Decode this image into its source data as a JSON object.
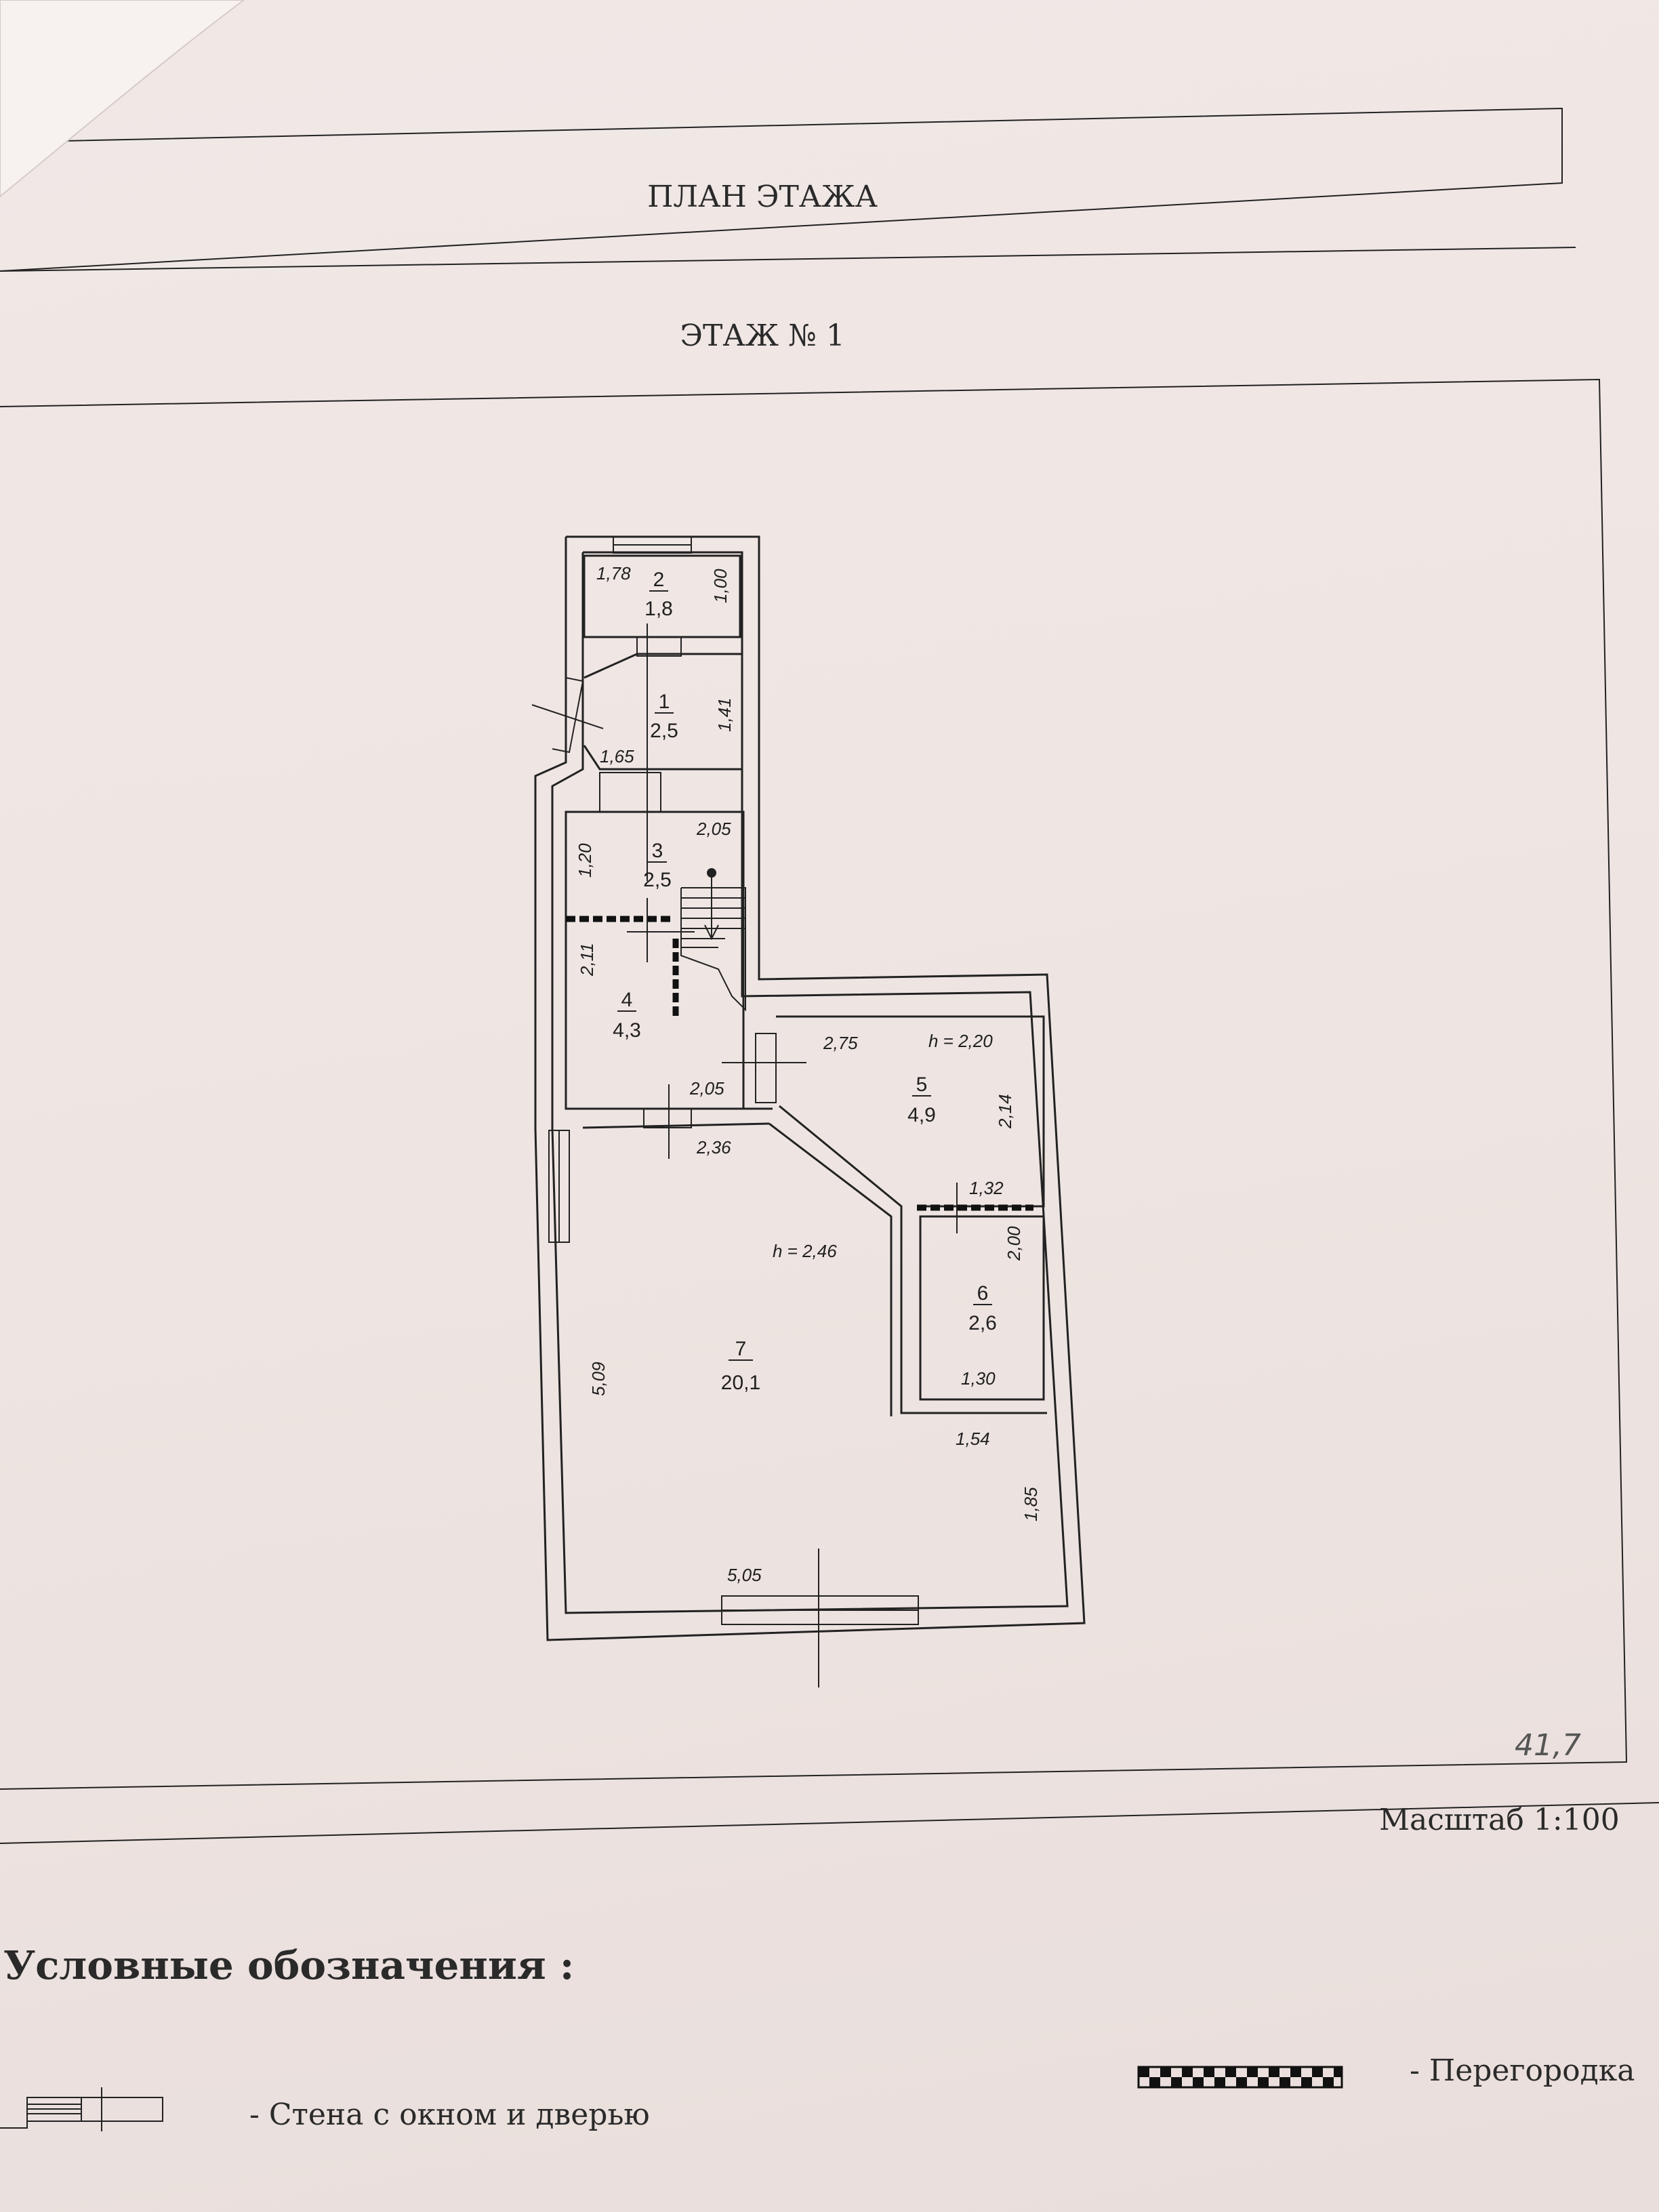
{
  "header": {
    "title": "ПЛАН ЭТАЖА",
    "floor": "ЭТАЖ № 1"
  },
  "rooms": [
    {
      "number": "2",
      "area": "1,8"
    },
    {
      "number": "1",
      "area": "2,5"
    },
    {
      "number": "3",
      "area": "2,5"
    },
    {
      "number": "4",
      "area": "4,3"
    },
    {
      "number": "5",
      "area": "4,9"
    },
    {
      "number": "6",
      "area": "2,6"
    },
    {
      "number": "7",
      "area": "20,1"
    }
  ],
  "dimensions": {
    "r2_width": "1,78",
    "r2_height": "1,00",
    "r1_width": "1,65",
    "r1_height": "1,41",
    "r3_width": "2,05",
    "r3_height": "1,20",
    "r4_height": "2,11",
    "r4_width": "2,05",
    "r5_width": "2,75",
    "r5_height": "2,14",
    "r5_ceiling": "h = 2,20",
    "r6_width_top": "1,32",
    "r6_height": "2,00",
    "r6_width_bottom": "1,30",
    "r7_top": "2,36",
    "r7_ceiling": "h = 2,46",
    "r7_height": "5,09",
    "r7_step_width": "1,54",
    "r7_step_height": "1,85",
    "r7_bottom": "5,05"
  },
  "handwritten_total": "41,7",
  "scale": "Масштаб 1:100",
  "legend": {
    "title": "Условные обозначения :",
    "wall_label": "- Стена с окном и дверью",
    "partition_label": "- Перегородка"
  }
}
